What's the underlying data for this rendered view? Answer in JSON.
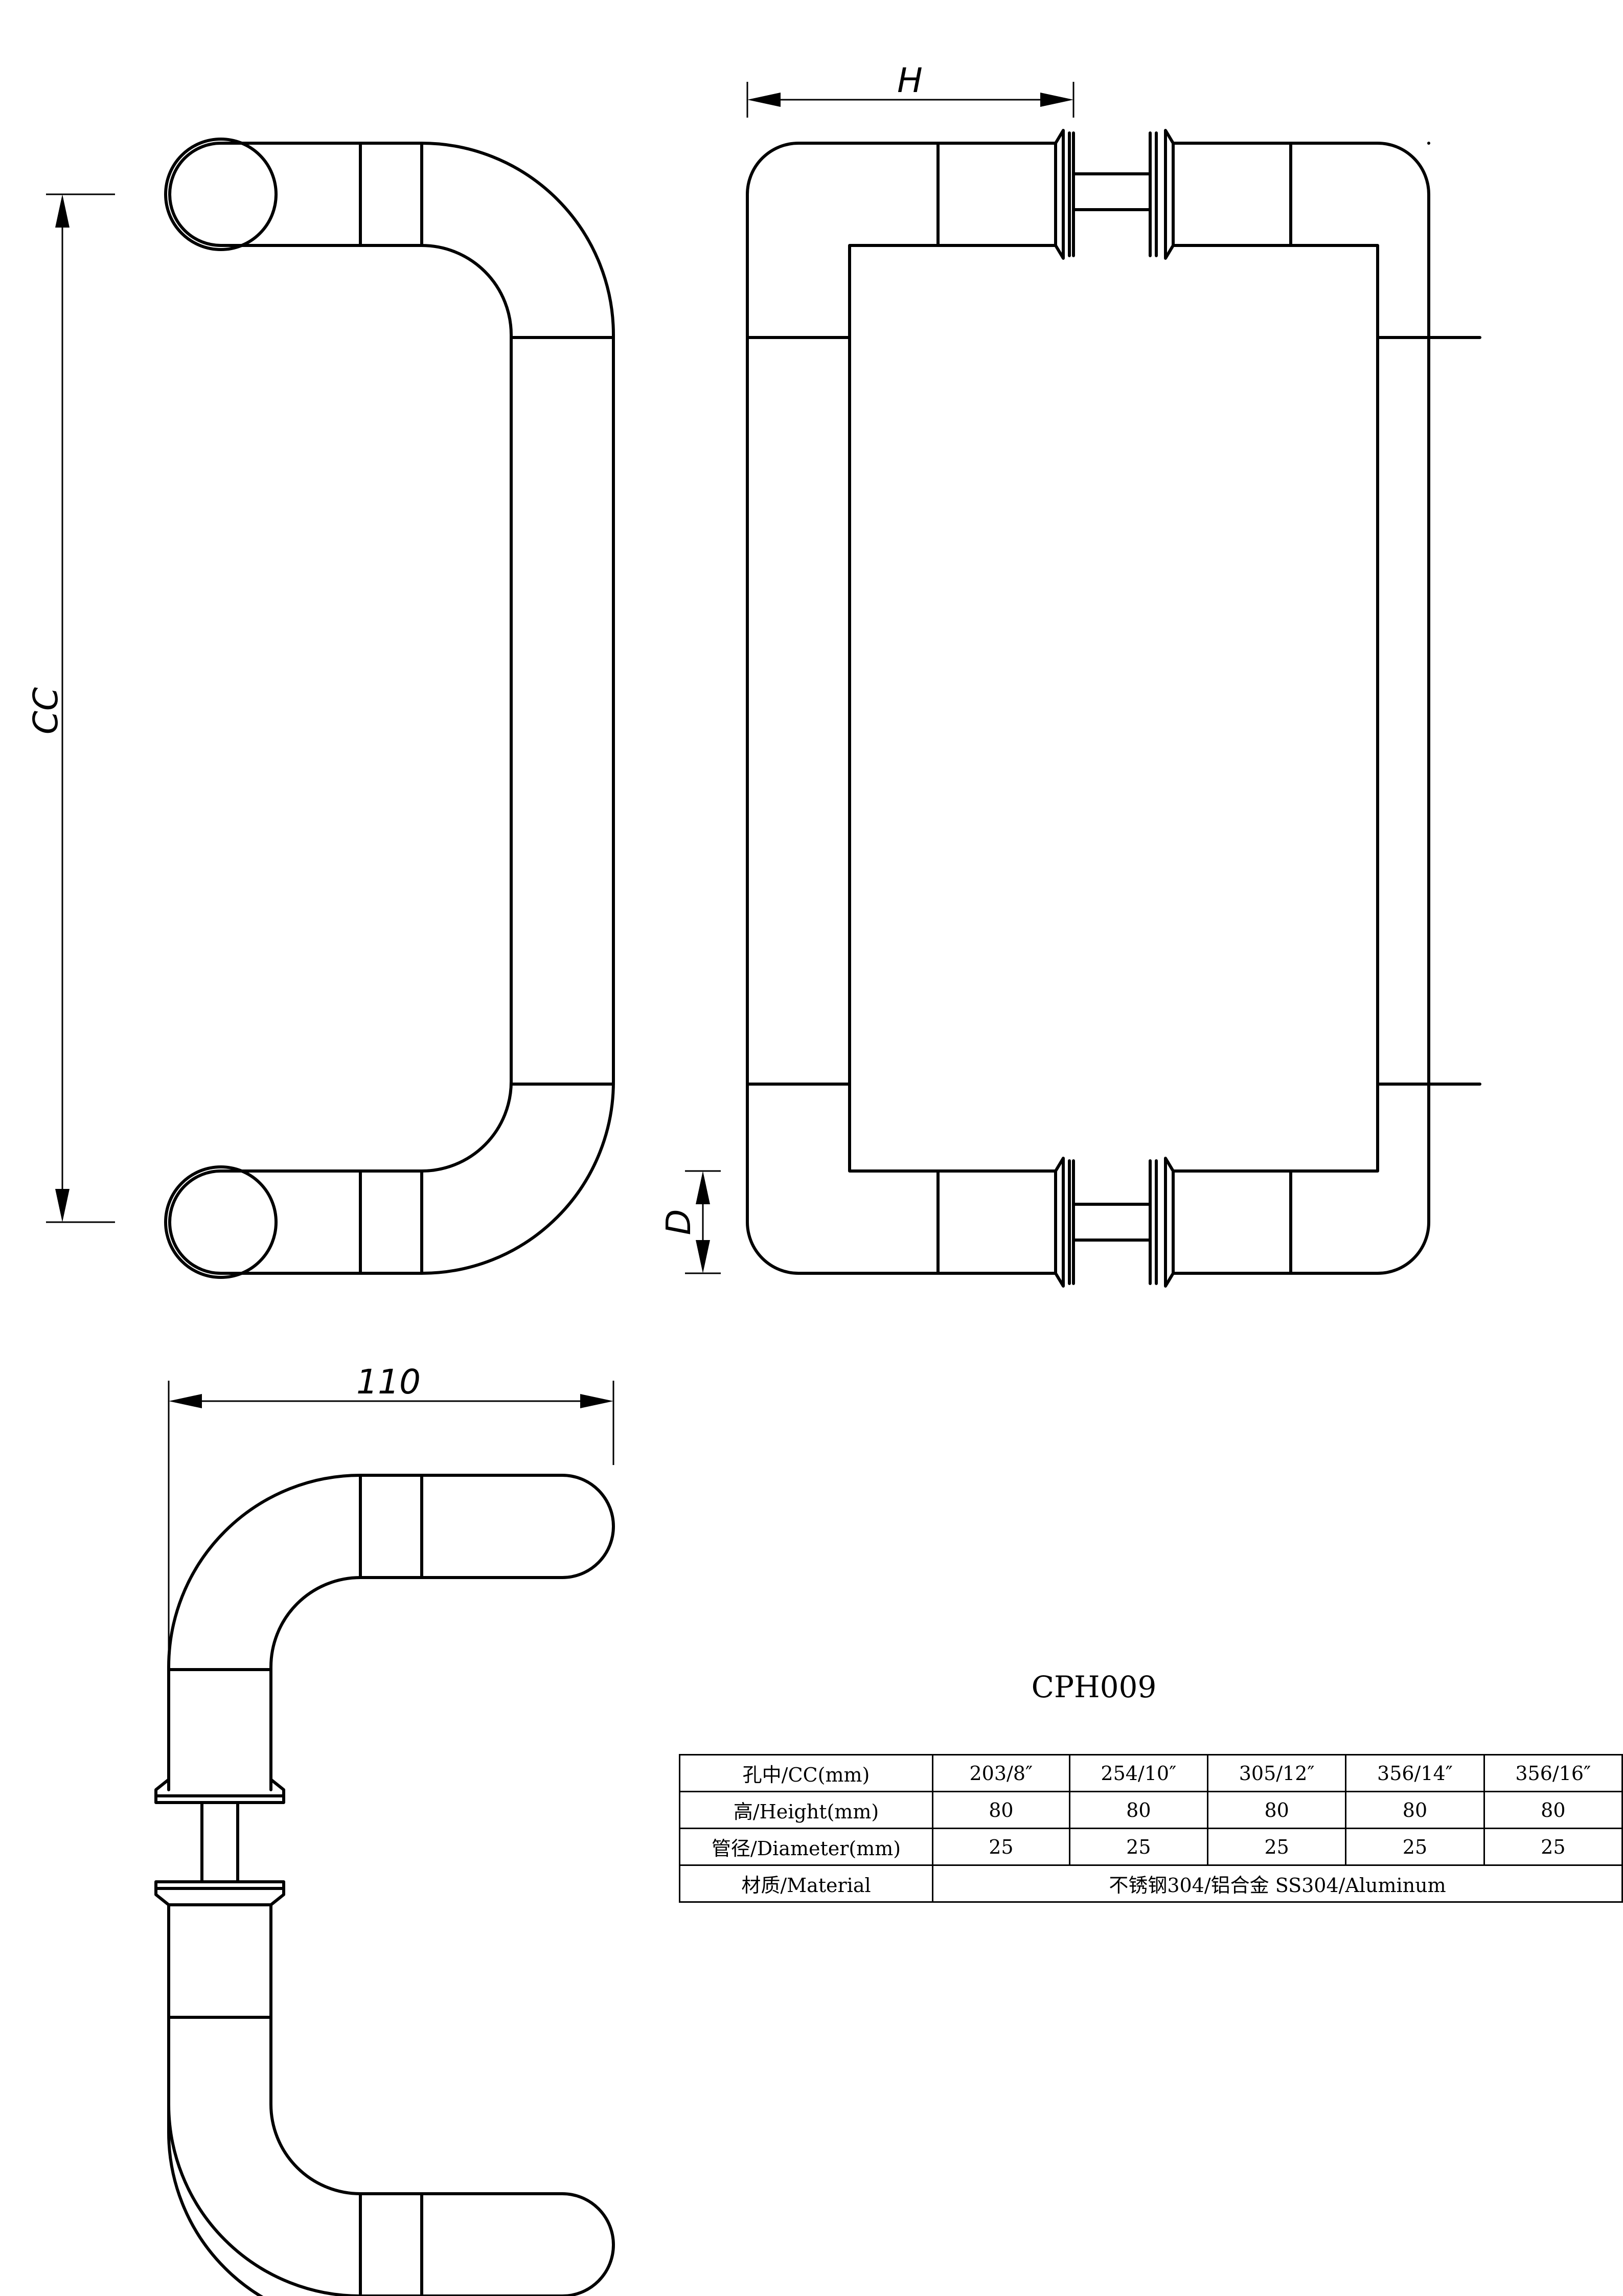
{
  "drawing": {
    "model": "CPH009",
    "dimensions": {
      "cc": "CC",
      "height": "H",
      "diameter": "D",
      "depth": "110"
    }
  },
  "spec_table": {
    "columns": [
      "203/8″",
      "254/10″",
      "305/12″",
      "356/14″",
      "356/16″"
    ],
    "rows": [
      {
        "label": "孔中/CC(mm)",
        "values": [
          "203/8″",
          "254/10″",
          "305/12″",
          "356/14″",
          "356/16″"
        ]
      },
      {
        "label": "高/Height(mm)",
        "values": [
          "80",
          "80",
          "80",
          "80",
          "80"
        ]
      },
      {
        "label": "管径/Diameter(mm)",
        "values": [
          "25",
          "25",
          "25",
          "25",
          "25"
        ]
      },
      {
        "label": "材质/Material",
        "merged_value": "不锈钢304/铝合金 SS304/Aluminum"
      }
    ]
  }
}
